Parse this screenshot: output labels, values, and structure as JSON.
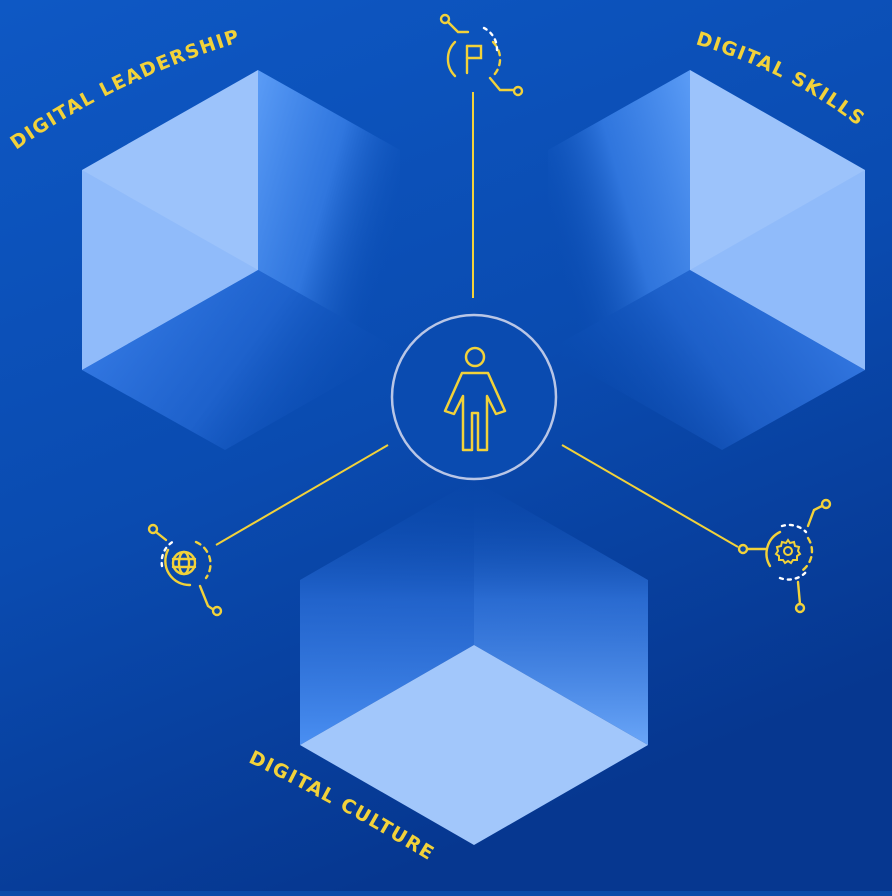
{
  "labels": {
    "leadership": "DIGITAL LEADERSHIP",
    "skills": "DIGITAL SKILLS",
    "culture": "DIGITAL CULTURE"
  },
  "icons": {
    "center": "person-icon",
    "top": "flag-icon",
    "left": "globe-icon",
    "right": "gear-icon"
  },
  "colors": {
    "background_top": "#0d55c0",
    "background_bottom": "#073a93",
    "accent": "#f2d23a",
    "cube_light": "#9dc4fb",
    "cube_mid": "#6fa8f8",
    "cube_dark": "#3f86ee",
    "ring": "#b9c6e6"
  }
}
